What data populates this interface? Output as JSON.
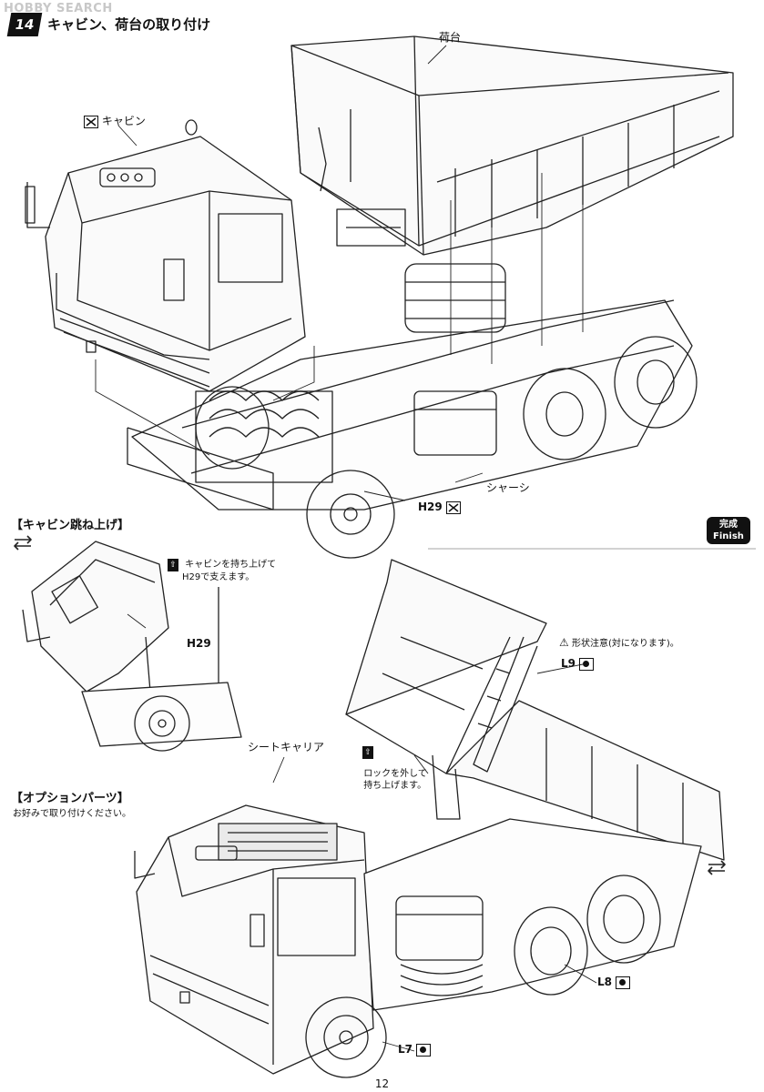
{
  "header": {
    "watermark": "HOBBY SEARCH",
    "step_number": "14",
    "step_title": "キャビン、荷台の取り付け"
  },
  "top_assembly": {
    "cab_label": "キャビン",
    "bed_label": "荷台",
    "chassis_label": "シャーシ",
    "part_h29": "H29"
  },
  "finish_badge": {
    "line1": "完成",
    "line2": "Finish"
  },
  "tilt_section": {
    "title": "【キャビン跳ね上げ】",
    "instruction_line1": "キャビンを持ち上げて",
    "instruction_line2": "H29で支えます。",
    "part_h29": "H29"
  },
  "option_section": {
    "title": "【オプションパーツ】",
    "subtitle": "お好みで取り付けください。",
    "sheet_carrier_label": "シートキャリア"
  },
  "dump_view": {
    "caution_text": "形状注意(対になります)。",
    "part_l9": "L9",
    "lock_line1": "ロックを外して",
    "lock_line2": "持ち上げます。",
    "part_l8": "L8",
    "part_l7": "L7"
  },
  "footer": {
    "page_number": "12"
  }
}
